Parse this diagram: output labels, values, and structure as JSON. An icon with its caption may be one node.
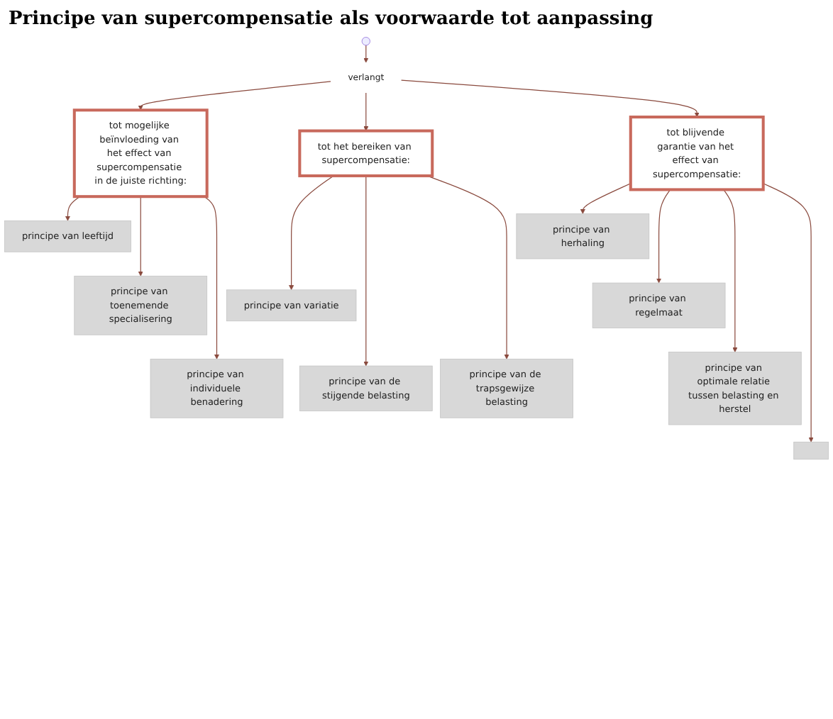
{
  "diagram": {
    "title": "Principe van supercompensatie als voorwaarde tot aanpassing",
    "nodes": [
      {
        "text": [
          "verlangt"
        ]
      },
      {
        "text": [
          "tot mogelijke beïnvloeding van het effect van supercompensatie in de juiste richting:"
        ]
      },
      {
        "text": [
          "tot het bereiken van supercompensatie:"
        ]
      },
      {
        "text": [
          "tot blijvende garantie van het effect van supercompensatie:"
        ]
      },
      {
        "text": [
          "principe van leeftijd"
        ]
      },
      {
        "text": [
          "principe van toenemende specialisering"
        ]
      },
      {
        "text": [
          "principe van individuele benadering"
        ]
      },
      {
        "text": [
          "principe van variatie"
        ]
      },
      {
        "text": [
          "principe van de stijgende belasting"
        ]
      },
      {
        "text": [
          "principe van de trapsgewijze belasting"
        ]
      },
      {
        "text": [
          "principe van herhaling"
        ]
      },
      {
        "text": [
          "principe van regelmaat"
        ]
      },
      {
        "text": [
          "principe van optimale relatie tussen belasting en herstel"
        ]
      },
      {
        "text": [],
        "shape": "box"
      }
    ],
    "edges": [
      {
        "from": null,
        "to": 0,
        "arrow": "to"
      },
      {
        "from": 0,
        "to": 1,
        "arrow": "to"
      },
      {
        "from": 0,
        "to": 2,
        "arrow": "to"
      },
      {
        "from": 0,
        "to": 3,
        "arrow": "to"
      },
      {
        "from": 1,
        "to": 4,
        "arrow": "to"
      },
      {
        "from": 1,
        "to": 5,
        "arrow": "to"
      },
      {
        "from": 1,
        "to": 6,
        "arrow": "to"
      },
      {
        "from": 2,
        "to": 7,
        "arrow": "to"
      },
      {
        "from": 2,
        "to": 8,
        "arrow": "to"
      },
      {
        "from": 2,
        "to": 9,
        "arrow": "to"
      },
      {
        "from": 3,
        "to": 10,
        "arrow": "to"
      },
      {
        "from": 3,
        "to": 11,
        "arrow": "to"
      },
      {
        "from": 3,
        "to": 12,
        "arrow": "to"
      },
      {
        "from": 3,
        "to": 13,
        "arrow": "to"
      }
    ]
  }
}
